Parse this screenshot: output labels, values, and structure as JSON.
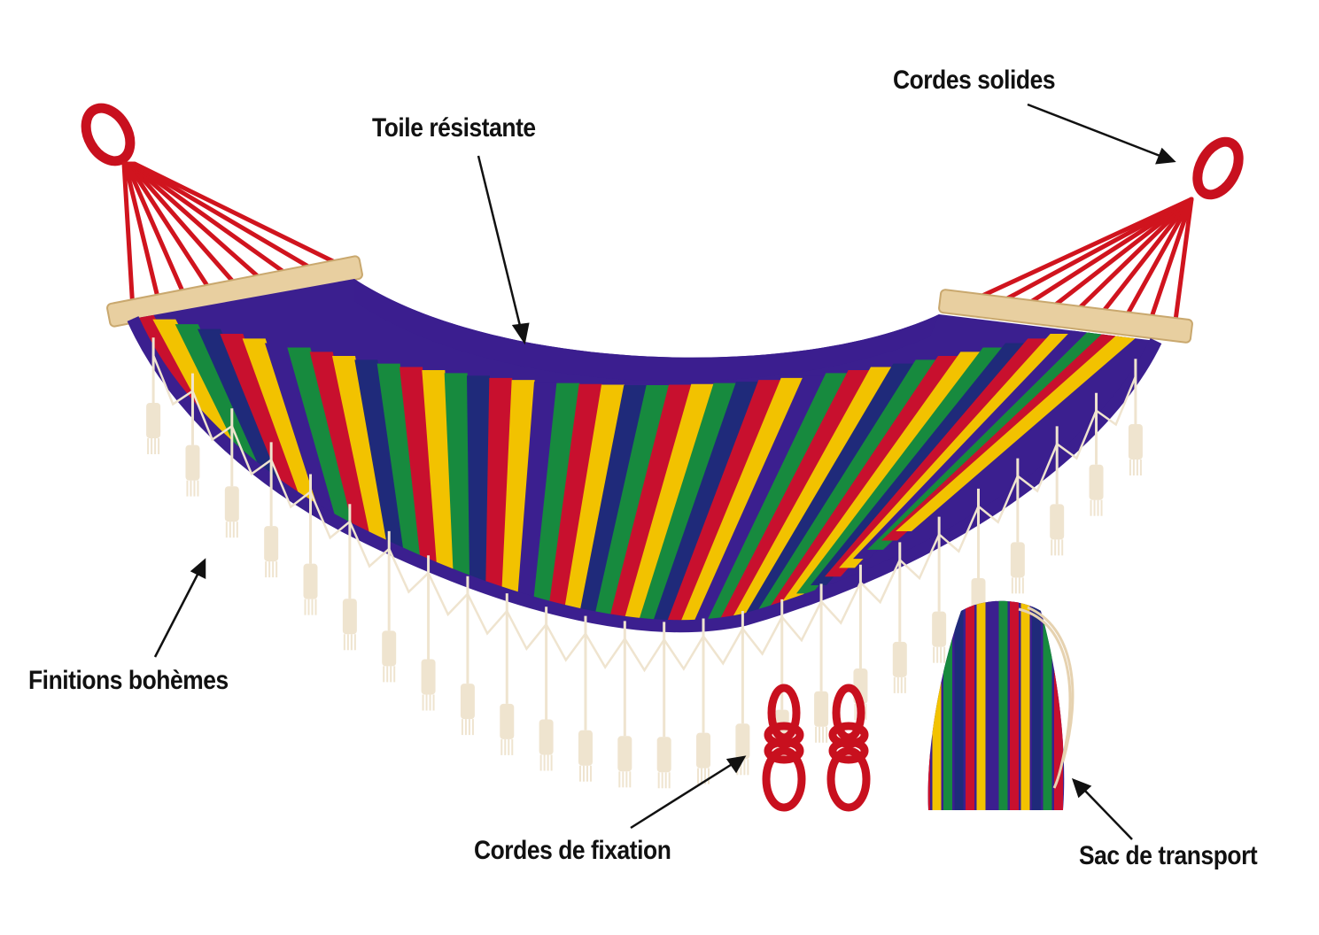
{
  "labels": {
    "toile": "Toile résistante",
    "cordes_solides": "Cordes solides",
    "finitions": "Finitions bohèmes",
    "cordes_fixation": "Cordes de fixation",
    "sac": "Sac de transport"
  },
  "colors": {
    "purple": "#3b1f8f",
    "red": "#c8102e",
    "yellow": "#f2c200",
    "green": "#178a3e",
    "navy": "#1f2a7a",
    "rope": "#d0141e",
    "fringe": "#efe4cf",
    "wood": "#e8cfa0"
  },
  "stripe_sequence": [
    "red",
    "yellow",
    "green",
    "navy",
    "red",
    "yellow",
    "purple",
    "green",
    "red",
    "yellow",
    "navy",
    "green"
  ]
}
